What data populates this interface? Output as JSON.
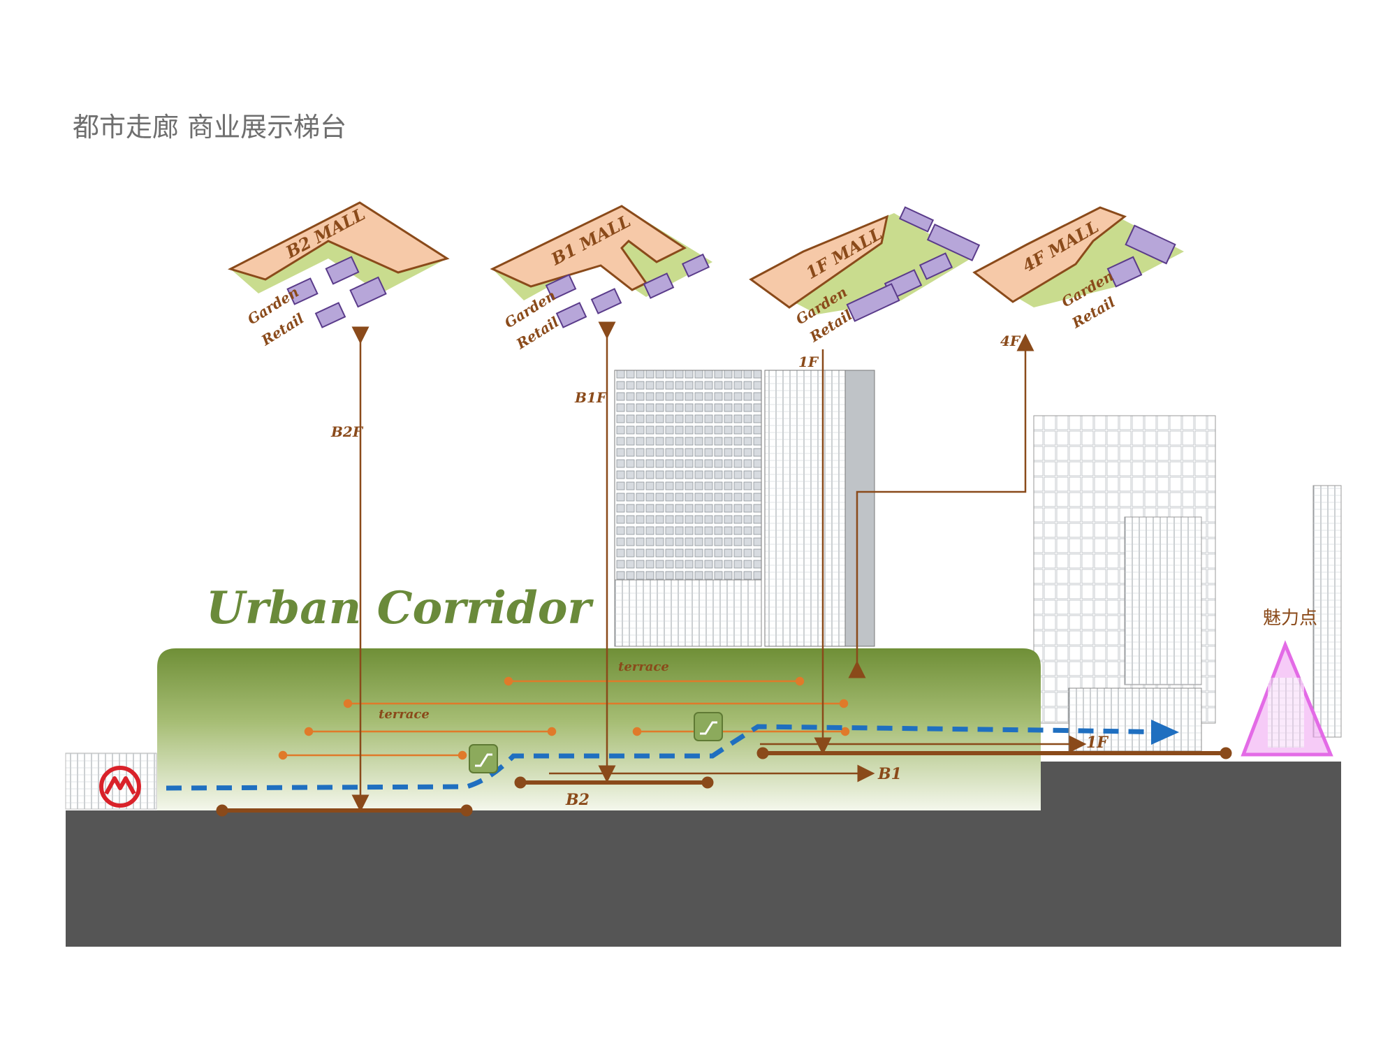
{
  "title": "都市走廊  商业展示梯台",
  "corridor_title": "Urban Corridor",
  "attraction_label": "魅力点",
  "malls": [
    {
      "label": "B2 MALL",
      "garden": "Garden",
      "retail": "Retail",
      "level_tag": "B2F"
    },
    {
      "label": "B1 MALL",
      "garden": "Garden",
      "retail": "Retail",
      "level_tag": "B1F"
    },
    {
      "label": "1F MALL",
      "garden": "Garden",
      "retail": "Retail",
      "level_tag": "1F"
    },
    {
      "label": "4F MALL",
      "garden": "Garden",
      "retail": "Retail",
      "level_tag": "4F"
    }
  ],
  "terraces": [
    "terrace",
    "terrace"
  ],
  "floor_labels": {
    "b2": "B2",
    "b1": "B1",
    "f1": "1F"
  },
  "colors": {
    "brown": "#8a4a1a",
    "orange": "#e07a2a",
    "blue_path": "#1f6fc0",
    "green_corridor": "#7a9a4a",
    "ground": "#555555",
    "mall_fill": "#f6c9a8",
    "purple_box": "#b7a6d9",
    "pink": "#e36be6",
    "metro_red": "#d9222a"
  },
  "icons": [
    "metro-logo-icon",
    "escalator-icon",
    "escalator-icon"
  ]
}
